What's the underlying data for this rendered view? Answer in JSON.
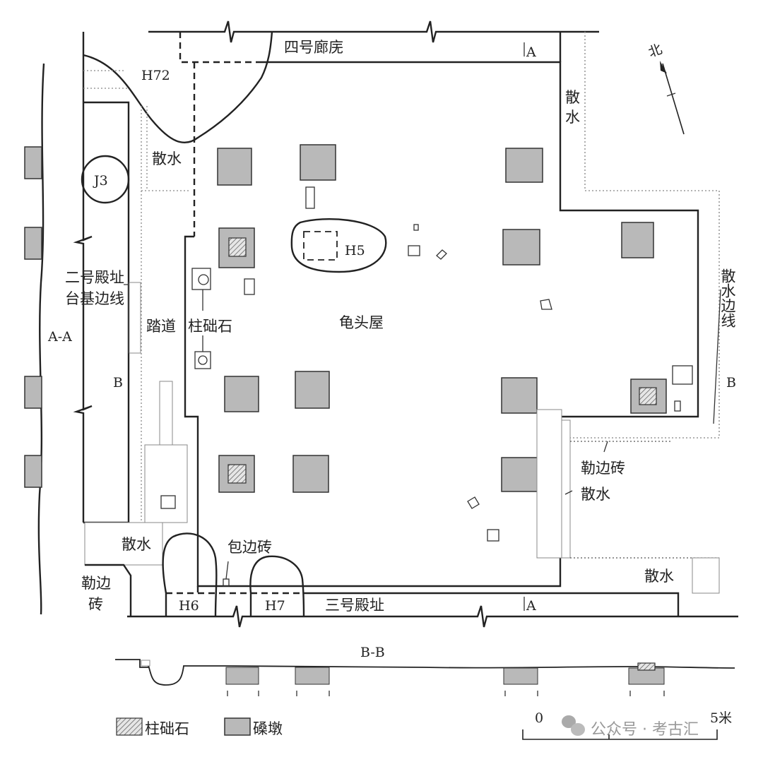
{
  "labels": {
    "corridor4": "四号廊庑",
    "h72": "H72",
    "sanshui_top_left": "散水",
    "j3": "J3",
    "h5": "H5",
    "sanshui_right_top": "散水",
    "north": "北",
    "platform_edge_line1": "二号殿址",
    "platform_edge_line2": "台基边线",
    "a_a": "A-A",
    "path": "踏道",
    "column_base": "柱础石",
    "main_hall": "龟头屋",
    "drip_edge_line": "散水边线",
    "b_left": "B",
    "b_right": "B",
    "lebian_brick_right": "勒边砖",
    "sanshui_right_mid": "散水",
    "sanshui_left_bottom": "散水",
    "baobian_brick": "包边砖",
    "lebian_brick_left": "勒边砖",
    "h6": "H6",
    "h7": "H7",
    "hall3": "三号殿址",
    "a_top": "A",
    "a_bottom": "A",
    "sanshui_bottom_right": "散水",
    "section_bb": "B-B"
  },
  "legend": {
    "column_base": "柱础石",
    "brick_pier": "磉墩"
  },
  "scale": {
    "start": "0",
    "end": "5米"
  },
  "watermark": "公众号 · 考古汇",
  "colors": {
    "pier_fill": "#b9b9b9",
    "line": "#222222"
  }
}
